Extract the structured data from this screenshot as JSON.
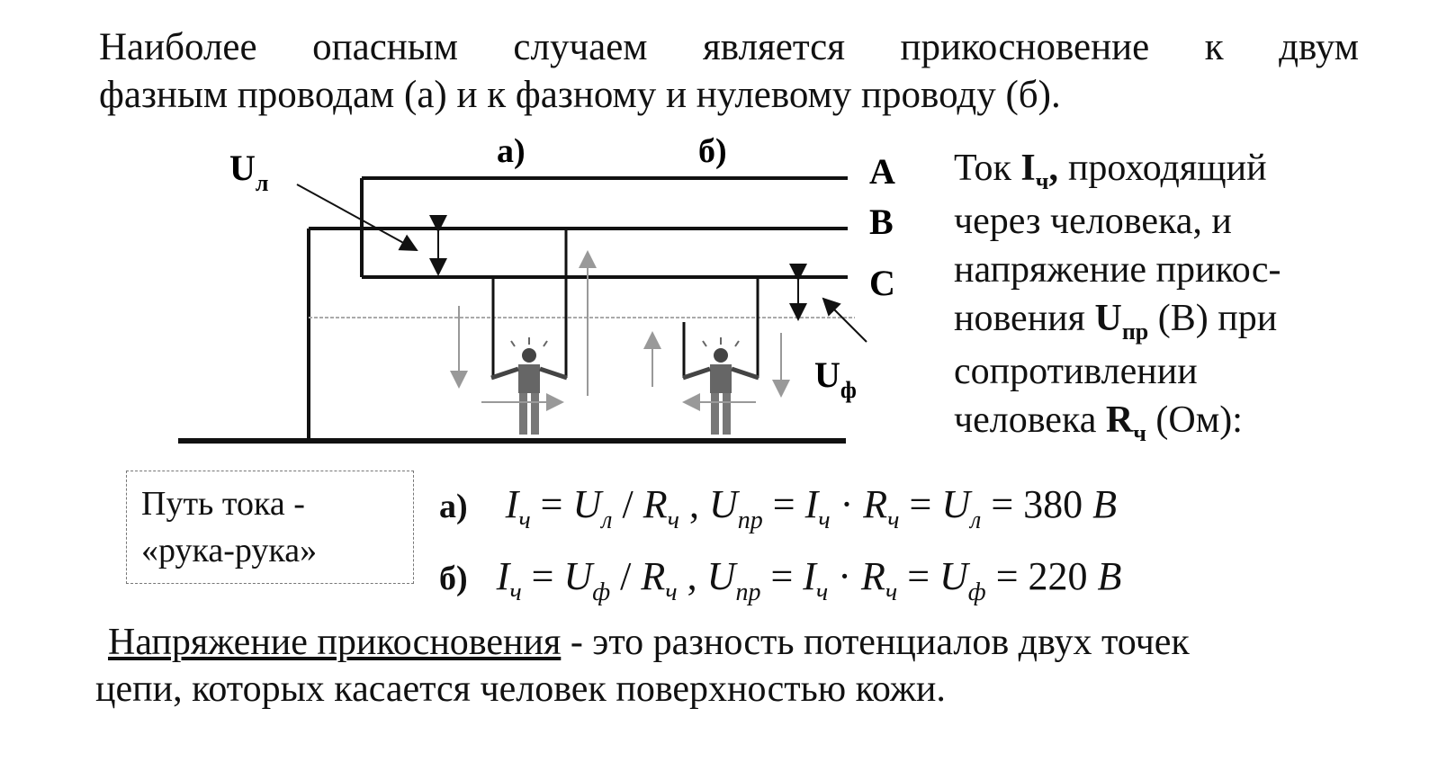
{
  "intro": {
    "line1": "Наиболее опасным случаем является прикосновение к двум",
    "line2": "фазным проводам (а) и к фазному  и нулевому проводу (б)."
  },
  "diagram": {
    "case_a": "а)",
    "case_b": "б)",
    "wire_a": "A",
    "wire_b": "B",
    "wire_c": "C",
    "u_l_main": "U",
    "u_l_sub": "л",
    "u_f_main": "U",
    "u_f_sub": "ф"
  },
  "side_text": {
    "t1": "Ток ",
    "i_main": "I",
    "i_sub": "ч",
    "t2": ", проходящий",
    "t3": "через человека, и",
    "t4": "напряжение прикос-",
    "t5": "новения ",
    "u_main": "U",
    "u_sub": "пр",
    "t6": " (В) при",
    "t7": "сопротивлении",
    "t8": "человека ",
    "r_main": "R",
    "r_sub": "ч",
    "t9": " (Ом):"
  },
  "path_box": {
    "line1": "Путь тока -",
    "line2": "«рука-рука»"
  },
  "formula_a": {
    "label": "а)",
    "I": "I",
    "ch": "ч",
    "eq1": " = ",
    "U": "U",
    "l": "л",
    "div": " / ",
    "R": "R",
    "ch2": "ч",
    "comma": " ,  ",
    "U2": "U",
    "pr": "пр",
    "eq2": " = ",
    "I2": "I",
    "ch3": "ч",
    "dot": " · ",
    "R2": "R",
    "ch4": "ч",
    "eq3": " = ",
    "U3": "U",
    "l2": "л",
    "eq4": " = ",
    "value": "380",
    "unit": " B"
  },
  "formula_b": {
    "label": "б)",
    "I": "I",
    "ch": "ч",
    "eq1": " = ",
    "U": "U",
    "f": "ф",
    "div": " / ",
    "R": "R",
    "ch2": "ч",
    "comma": " ,  ",
    "U2": "U",
    "pr": "пр",
    "eq2": " = ",
    "I2": "I",
    "ch3": "ч",
    "dot": " · ",
    "R2": "R",
    "ch4": "ч",
    "eq3": " = ",
    "U3": "U",
    "f2": "ф",
    "eq4": " = ",
    "value": "220",
    "unit": " B"
  },
  "definition": {
    "term": "Напряжение прикосновения",
    "rest1": " - это разность потенциалов двух точек",
    "line2": "цепи, которых касается человек поверхностью кожи."
  }
}
